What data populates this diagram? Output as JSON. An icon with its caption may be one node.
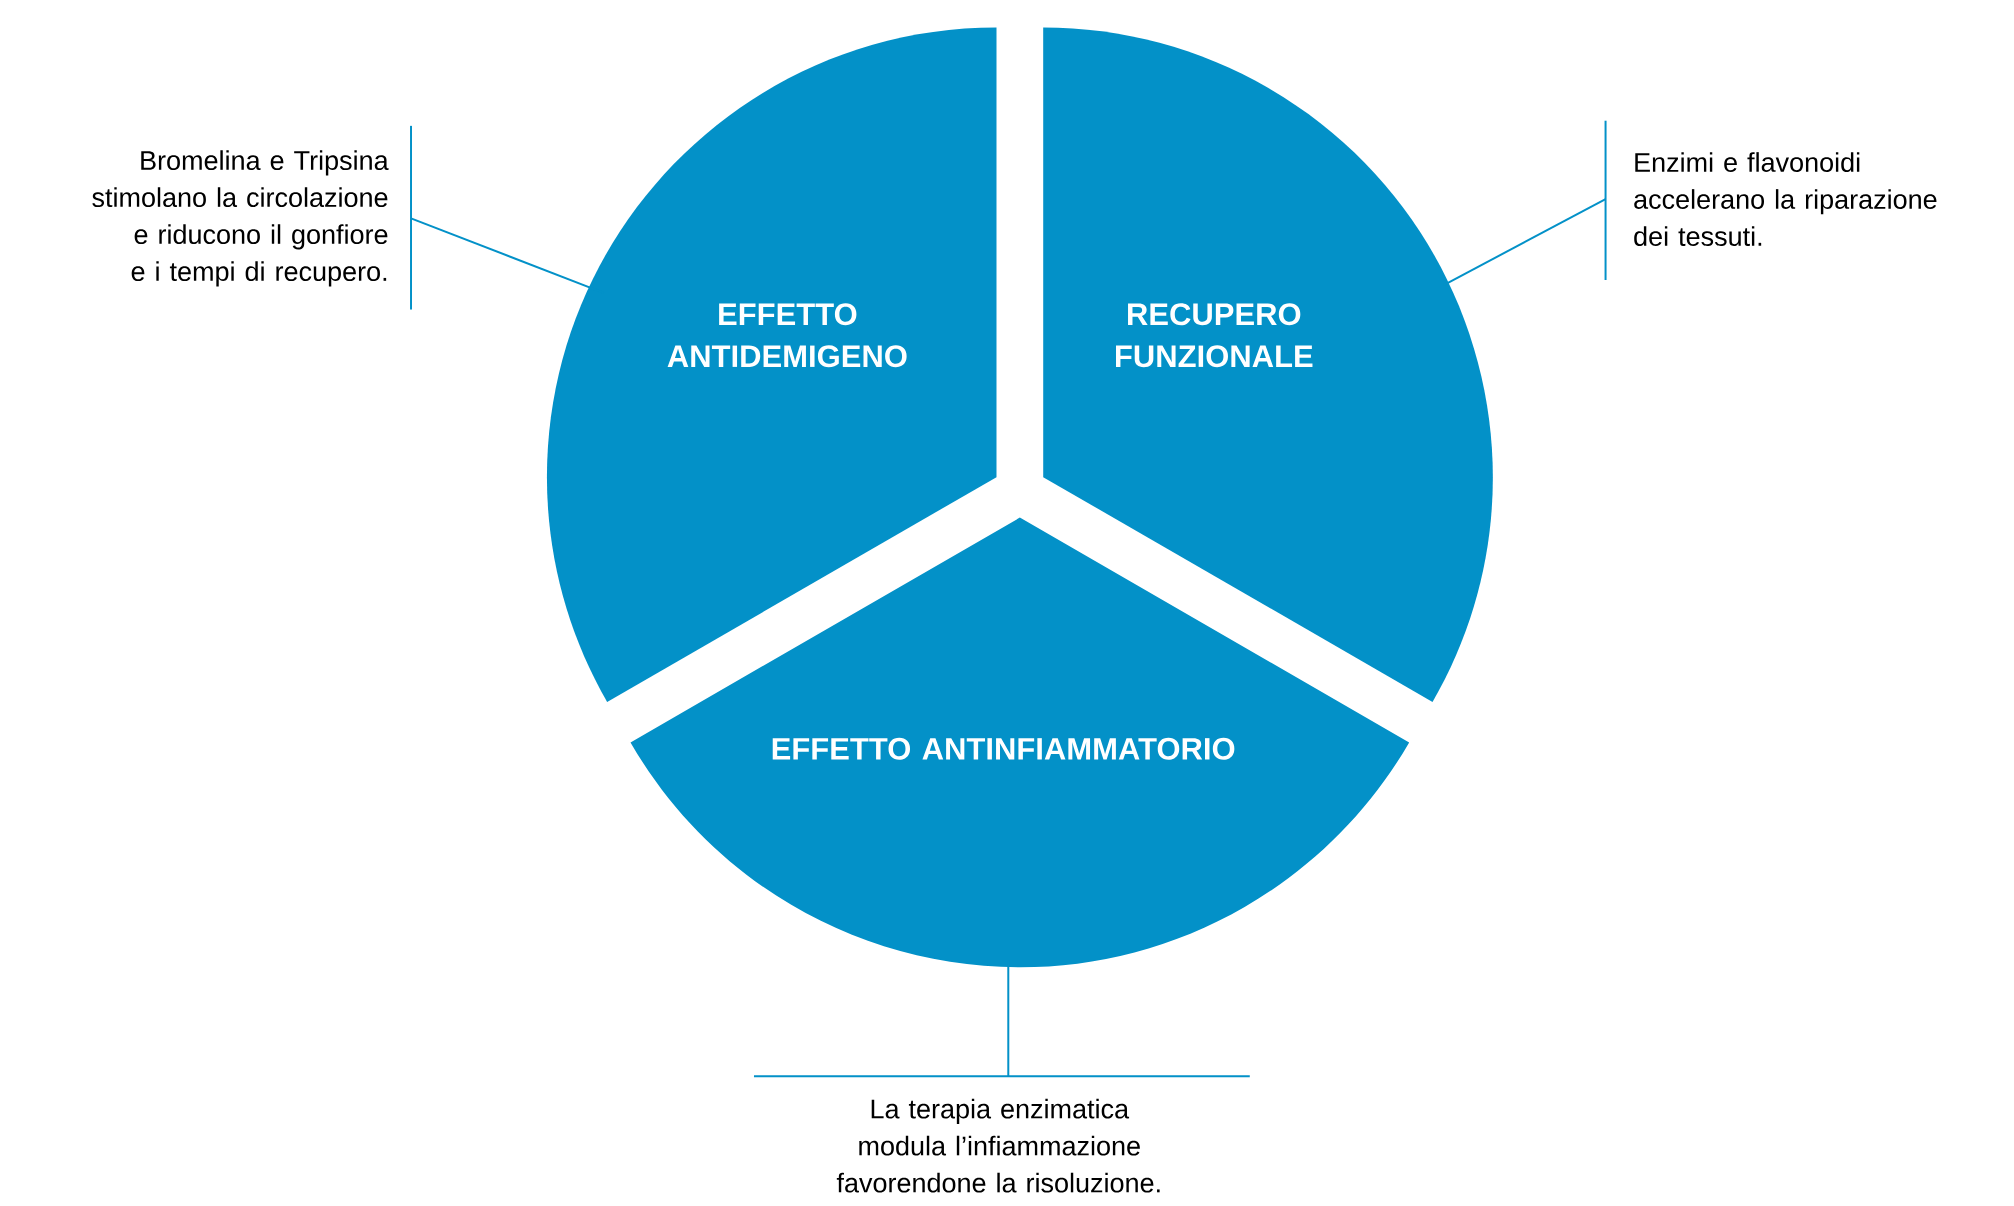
{
  "diagram": {
    "nodes": [
      {
        "text": [
          "EFFETTO ANTIDEMIGENO"
        ]
      },
      {
        "text": [
          "RECUPERO FUNZIONALE"
        ]
      },
      {
        "text": [
          "EFFETTO ANTINFIAMMATORIO"
        ]
      },
      {
        "text": [
          "Bromelina e Tripsina stimolano la circolazione e riducono il gonfiore e i tempi di recupero."
        ]
      },
      {
        "text": [
          "Enzimi e flavonoidi accelerano la riparazione dei tessuti."
        ]
      },
      {
        "text": [
          "La terapia enzimatica modula l’infiammazione favorendone la risoluzione."
        ]
      }
    ],
    "edges": [
      {
        "from": 3,
        "to": 0,
        "arrow": "none"
      },
      {
        "from": 4,
        "to": 1,
        "arrow": "none"
      },
      {
        "from": 5,
        "to": 2,
        "arrow": "none"
      }
    ]
  }
}
